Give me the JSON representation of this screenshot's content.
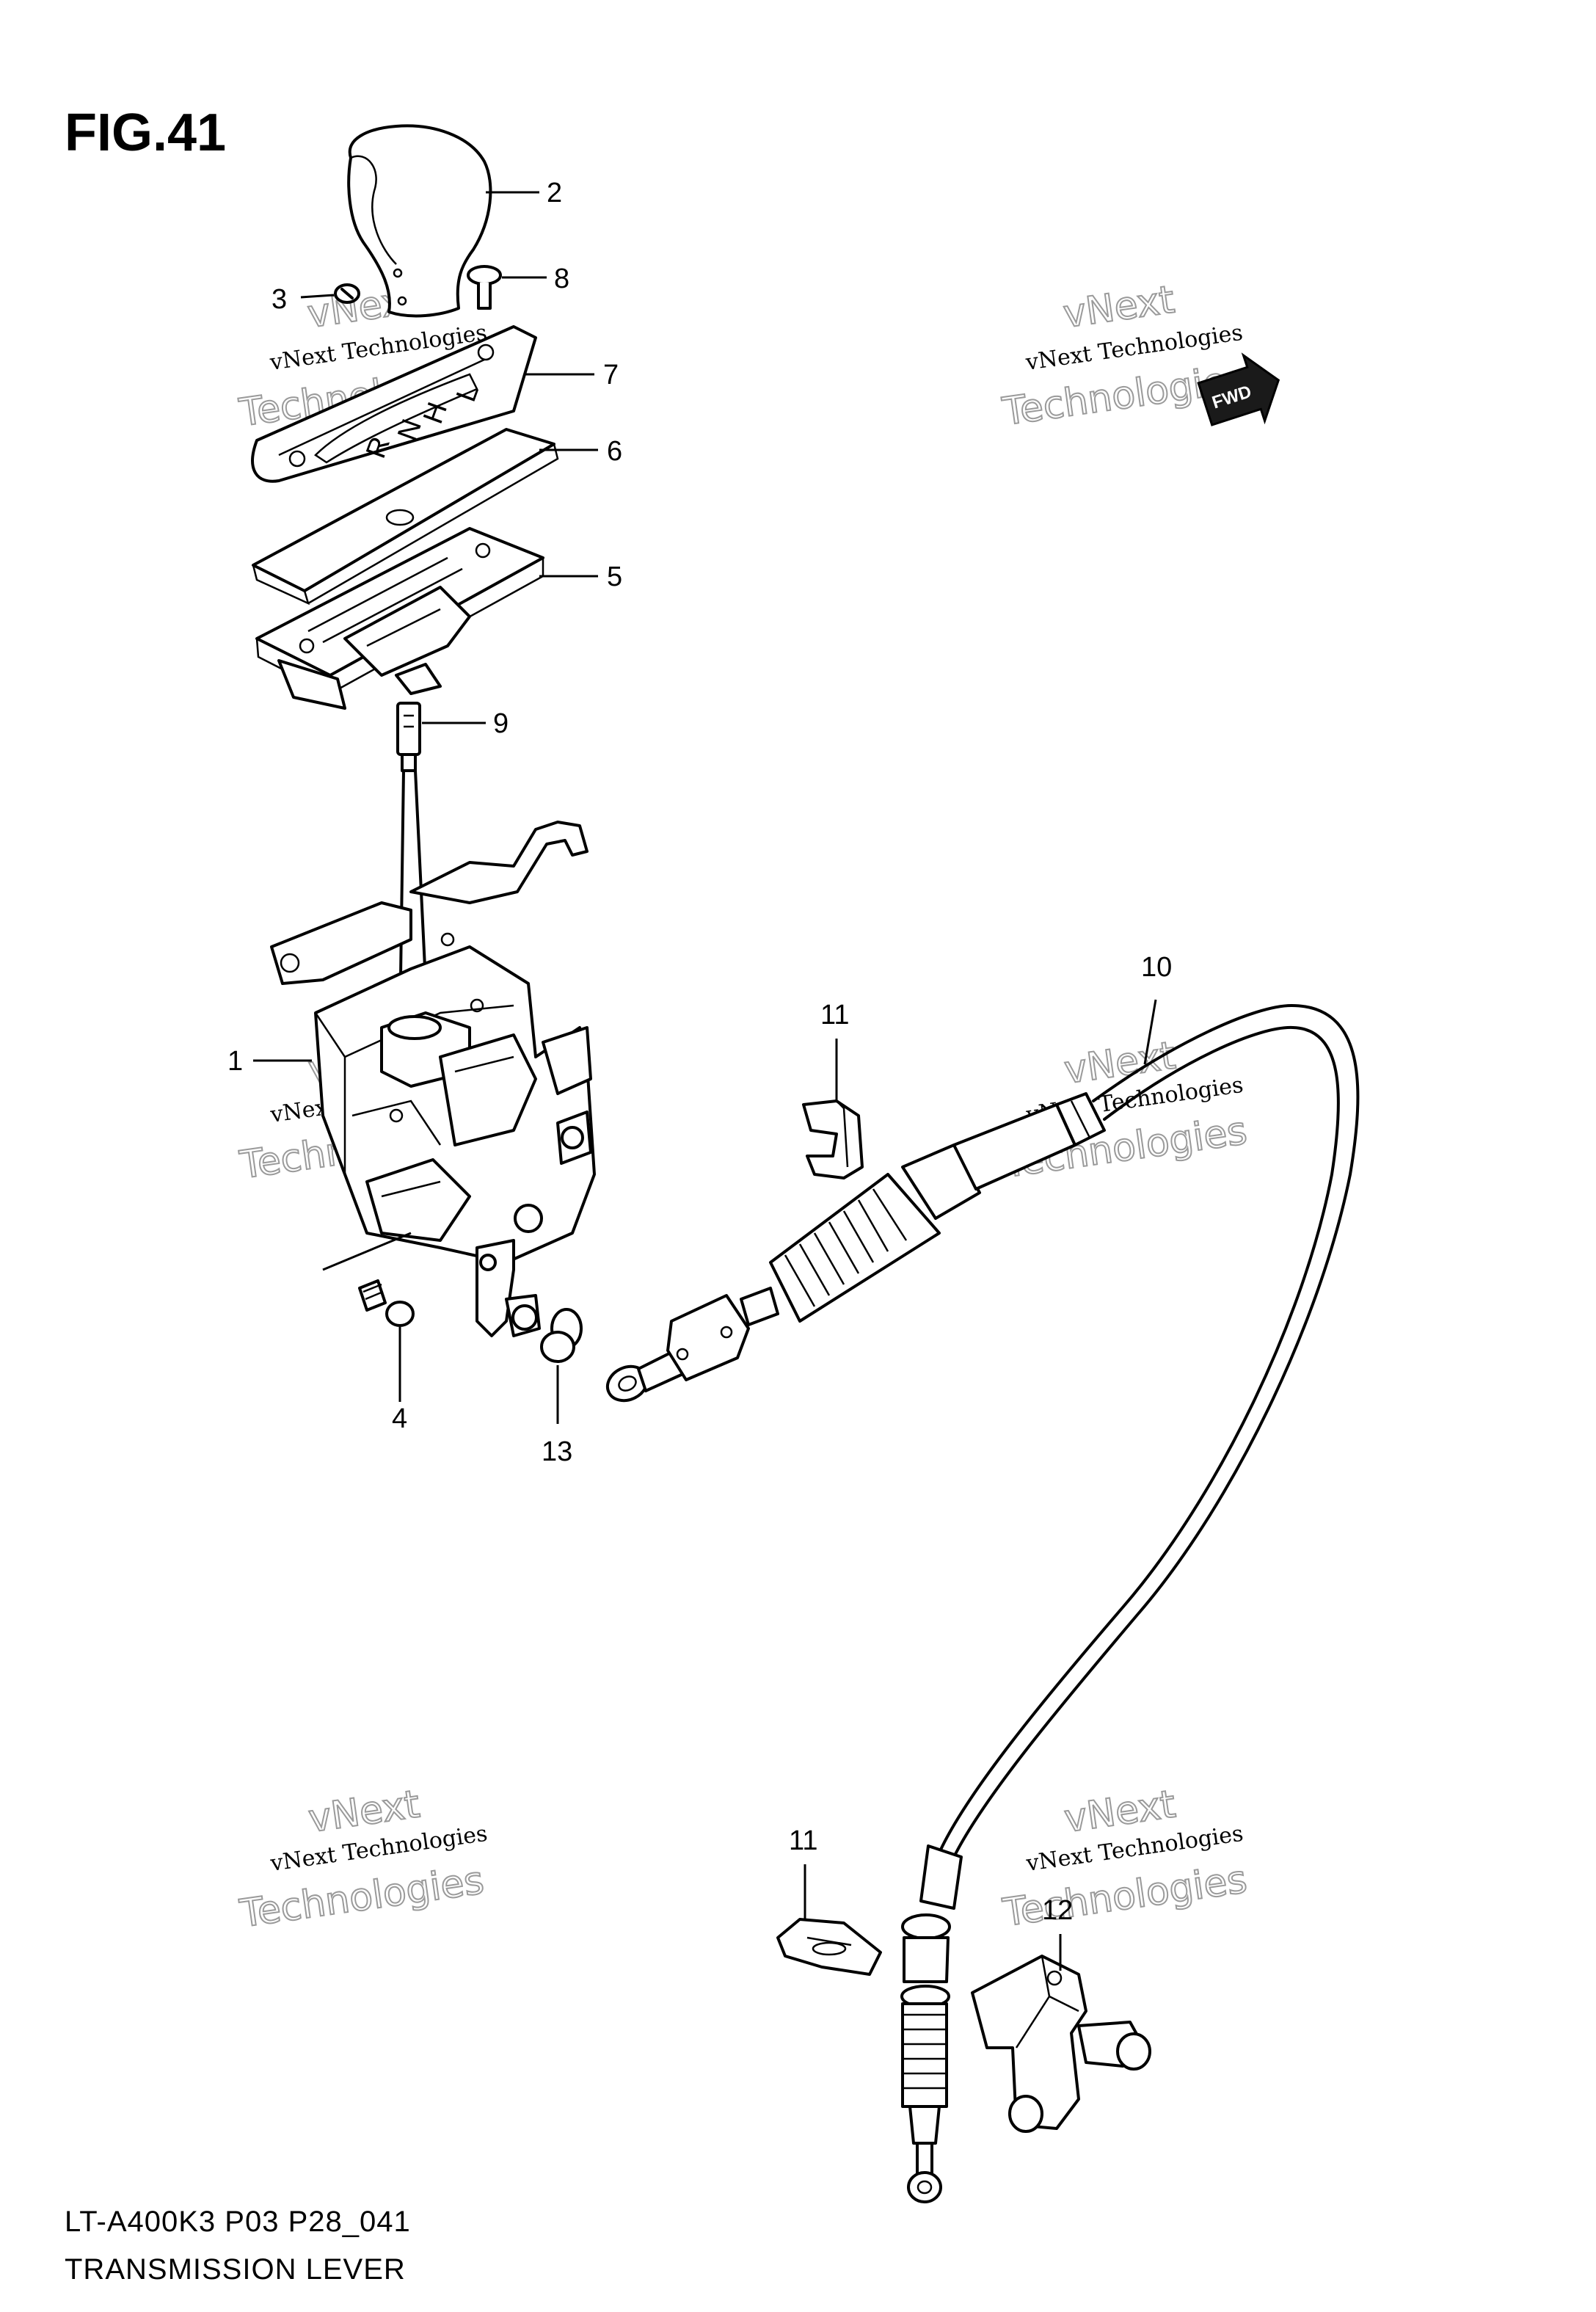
{
  "figure": {
    "title": "FIG.41"
  },
  "footer": {
    "model": "LT-A400K3 P03 P28_041",
    "name": "TRANSMISSION LEVER"
  },
  "direction": {
    "label": "FWD"
  },
  "watermark": {
    "line1": "vNext Technologies",
    "line2": "vNext",
    "line3": "Technologies"
  },
  "callouts": {
    "c1": "1",
    "c2": "2",
    "c3": "3",
    "c4": "4",
    "c5": "5",
    "c6": "6",
    "c7": "7",
    "c8": "8",
    "c9": "9",
    "c10": "10",
    "c11a": "11",
    "c11b": "11",
    "c12": "12",
    "c13": "13"
  },
  "gate_letters": {
    "l": "L",
    "h": "H",
    "n": "N",
    "r": "R"
  }
}
